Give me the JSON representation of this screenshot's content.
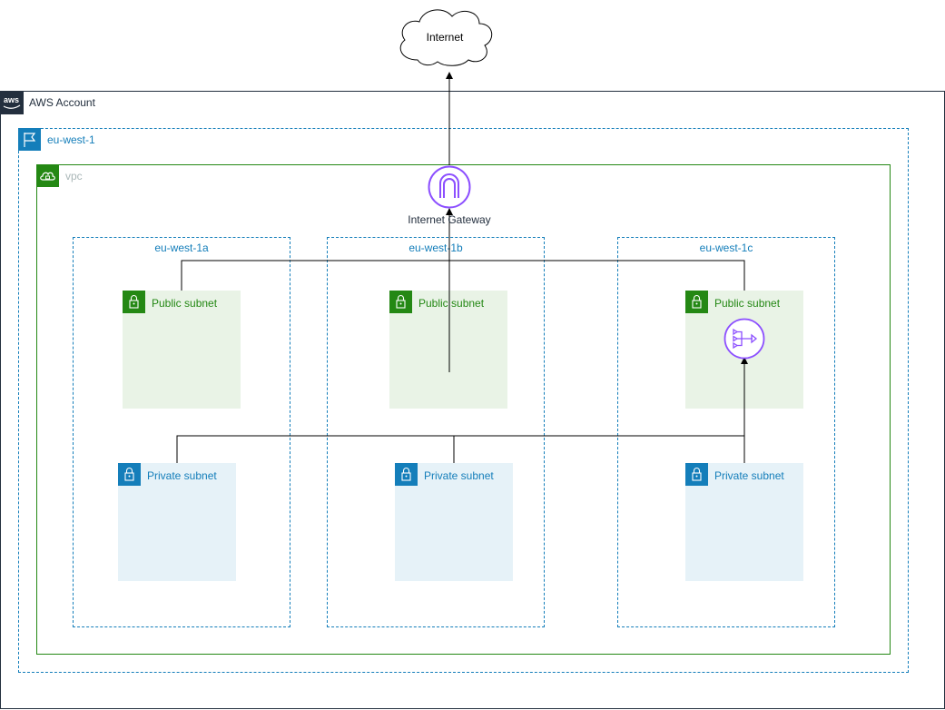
{
  "internet": {
    "label": "Internet"
  },
  "account": {
    "label": "AWS Account",
    "icon": "aws-logo-icon"
  },
  "region": {
    "label": "eu-west-1",
    "icon": "region-flag-icon"
  },
  "vpc": {
    "label": "vpc",
    "icon": "vpc-cloud-icon"
  },
  "internet_gateway": {
    "label": "Internet Gateway",
    "icon": "internet-gateway-icon"
  },
  "nat_gateway": {
    "icon": "nat-gateway-icon"
  },
  "zones": [
    {
      "label": "eu-west-1a",
      "public_subnet": "Public subnet",
      "private_subnet": "Private subnet"
    },
    {
      "label": "eu-west-1b",
      "public_subnet": "Public subnet",
      "private_subnet": "Private subnet"
    },
    {
      "label": "eu-west-1c",
      "public_subnet": "Public subnet",
      "private_subnet": "Private subnet"
    }
  ],
  "colors": {
    "account": "#232f3e",
    "region": "#147eba",
    "vpc": "#248814",
    "public_subnet_fill": "#e9f3e6",
    "private_subnet_fill": "#e6f2f8",
    "gateway": "#8c4fff"
  }
}
